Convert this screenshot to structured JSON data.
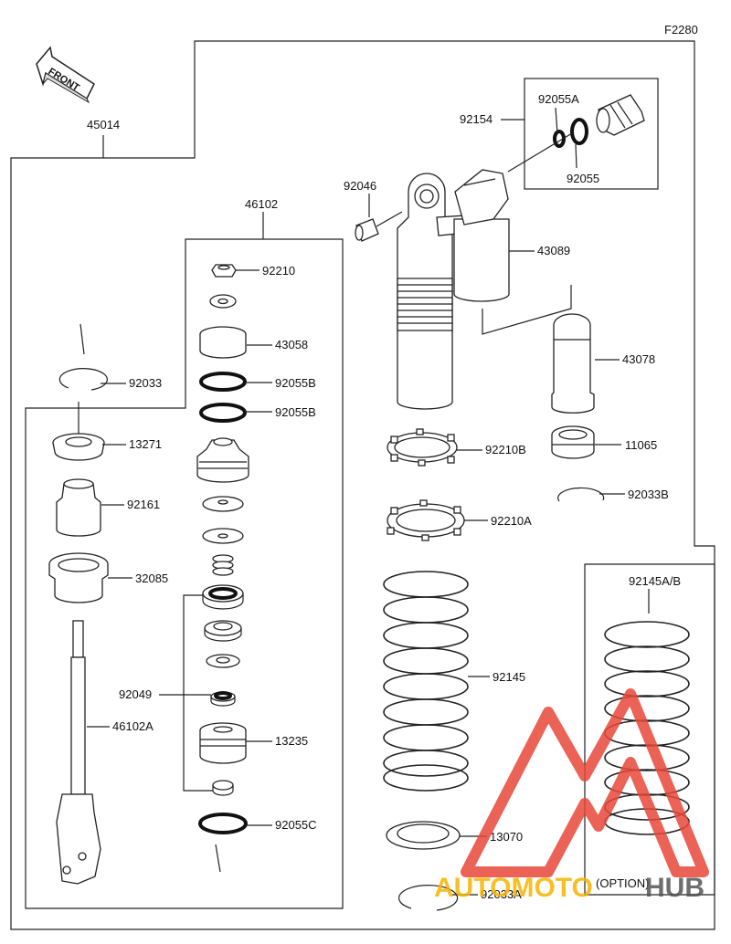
{
  "figure_code": "F2280",
  "front_label": "FRONT",
  "option_label": "(OPTION)",
  "watermark": {
    "brand_part1": "AUTOMOTO",
    "brand_part2": "HUB",
    "color_primary": "#e8473a",
    "color_secondary": "#f6b400"
  },
  "groups": {
    "assembly": "45014",
    "shock_body": "46102"
  },
  "parts": [
    "92210",
    "43058",
    "92055B",
    "92055B",
    "92033",
    "13271",
    "92161",
    "32085",
    "92049",
    "46102A",
    "13235",
    "92055C",
    "92046",
    "92154",
    "92055A",
    "92055",
    "43089",
    "43078",
    "92210B",
    "11065",
    "92033B",
    "92210A",
    "92145",
    "13070",
    "92033A",
    "92145A/B"
  ]
}
